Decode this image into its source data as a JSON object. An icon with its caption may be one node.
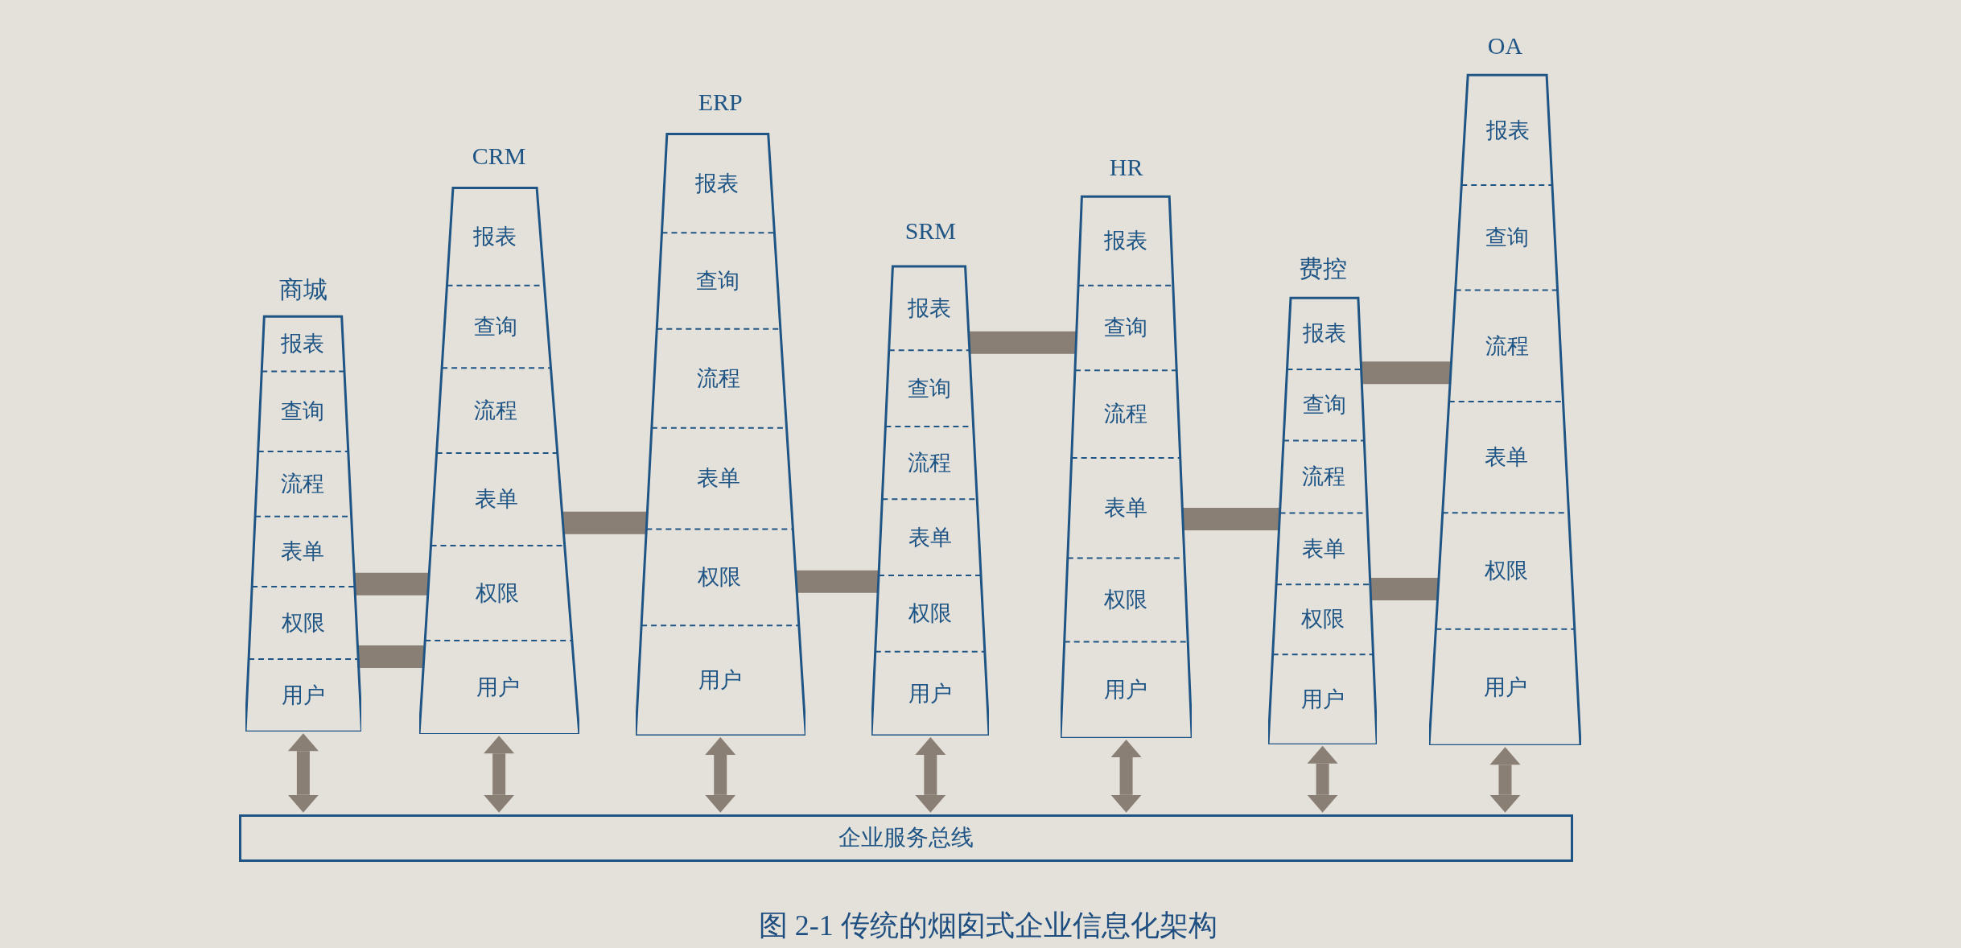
{
  "diagram": {
    "caption": "图 2-1 传统的烟囱式企业信息化架构",
    "nodes": [
      {
        "text": [
          "商城"
        ]
      },
      {
        "text": [
          "报表"
        ],
        "in": 0
      },
      {
        "text": [
          "查询"
        ],
        "in": 0
      },
      {
        "text": [
          "流程"
        ],
        "in": 0
      },
      {
        "text": [
          "表单"
        ],
        "in": 0
      },
      {
        "text": [
          "权限"
        ],
        "in": 0
      },
      {
        "text": [
          "用户"
        ],
        "in": 0
      },
      {
        "text": [
          "CRM"
        ]
      },
      {
        "text": [
          "报表"
        ],
        "in": 7
      },
      {
        "text": [
          "查询"
        ],
        "in": 7
      },
      {
        "text": [
          "流程"
        ],
        "in": 7
      },
      {
        "text": [
          "表单"
        ],
        "in": 7
      },
      {
        "text": [
          "权限"
        ],
        "in": 7
      },
      {
        "text": [
          "用户"
        ],
        "in": 7
      },
      {
        "text": [
          "ERP"
        ]
      },
      {
        "text": [
          "报表"
        ],
        "in": 14
      },
      {
        "text": [
          "查询"
        ],
        "in": 14
      },
      {
        "text": [
          "流程"
        ],
        "in": 14
      },
      {
        "text": [
          "表单"
        ],
        "in": 14
      },
      {
        "text": [
          "权限"
        ],
        "in": 14
      },
      {
        "text": [
          "用户"
        ],
        "in": 14
      },
      {
        "text": [
          "SRM"
        ]
      },
      {
        "text": [
          "报表"
        ],
        "in": 21
      },
      {
        "text": [
          "查询"
        ],
        "in": 21
      },
      {
        "text": [
          "流程"
        ],
        "in": 21
      },
      {
        "text": [
          "表单"
        ],
        "in": 21
      },
      {
        "text": [
          "权限"
        ],
        "in": 21
      },
      {
        "text": [
          "用户"
        ],
        "in": 21
      },
      {
        "text": [
          "HR"
        ]
      },
      {
        "text": [
          "报表"
        ],
        "in": 28
      },
      {
        "text": [
          "查询"
        ],
        "in": 28
      },
      {
        "text": [
          "流程"
        ],
        "in": 28
      },
      {
        "text": [
          "表单"
        ],
        "in": 28
      },
      {
        "text": [
          "权限"
        ],
        "in": 28
      },
      {
        "text": [
          "用户"
        ],
        "in": 28
      },
      {
        "text": [
          "费控"
        ]
      },
      {
        "text": [
          "报表"
        ],
        "in": 35
      },
      {
        "text": [
          "查询"
        ],
        "in": 35
      },
      {
        "text": [
          "流程"
        ],
        "in": 35
      },
      {
        "text": [
          "表单"
        ],
        "in": 35
      },
      {
        "text": [
          "权限"
        ],
        "in": 35
      },
      {
        "text": [
          "用户"
        ],
        "in": 35
      },
      {
        "text": [
          "OA"
        ]
      },
      {
        "text": [
          "报表"
        ],
        "in": 42
      },
      {
        "text": [
          "查询"
        ],
        "in": 42
      },
      {
        "text": [
          "流程"
        ],
        "in": 42
      },
      {
        "text": [
          "表单"
        ],
        "in": 42
      },
      {
        "text": [
          "权限"
        ],
        "in": 42
      },
      {
        "text": [
          "用户"
        ],
        "in": 42
      },
      {
        "text": [
          "企业服务总线"
        ]
      }
    ],
    "edges": [
      {
        "from": 0,
        "to": 7,
        "arrow": "none"
      },
      {
        "from": 0,
        "to": 7,
        "arrow": "none"
      },
      {
        "from": 7,
        "to": 14,
        "arrow": "none"
      },
      {
        "from": 14,
        "to": 21,
        "arrow": "none"
      },
      {
        "from": 21,
        "to": 28,
        "arrow": "none"
      },
      {
        "from": 28,
        "to": 35,
        "arrow": "none"
      },
      {
        "from": 35,
        "to": 42,
        "arrow": "none"
      },
      {
        "from": 35,
        "to": 42,
        "arrow": "none"
      },
      {
        "from": 0,
        "to": 49,
        "arrow": "both"
      },
      {
        "from": 7,
        "to": 49,
        "arrow": "both"
      },
      {
        "from": 14,
        "to": 49,
        "arrow": "both"
      },
      {
        "from": 21,
        "to": 49,
        "arrow": "both"
      },
      {
        "from": 28,
        "to": 49,
        "arrow": "both"
      },
      {
        "from": 35,
        "to": 49,
        "arrow": "both"
      },
      {
        "from": 42,
        "to": 49,
        "arrow": "both"
      }
    ]
  }
}
